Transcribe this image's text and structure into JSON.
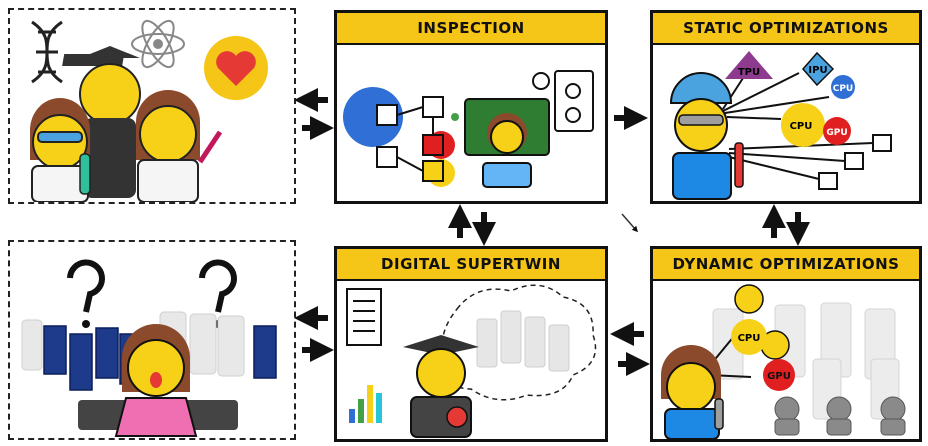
{
  "panels": {
    "inspection": {
      "title": "INSPECTION"
    },
    "static_optimizations": {
      "title": "STATIC OPTIMIZATIONS",
      "chips": [
        "TPU",
        "IPU",
        "CPU",
        "CPU",
        "GPU"
      ]
    },
    "digital_supertwin": {
      "title": "DIGITAL SUPERTWIN"
    },
    "dynamic_optimizations": {
      "title": "DYNAMIC OPTIMIZATIONS",
      "chips": [
        "CPU",
        "GPU"
      ]
    }
  },
  "colors": {
    "header": "#f5c518",
    "border": "#111111",
    "tpu": "#8e3a8e",
    "ipu": "#4aa3df",
    "cpu_blue": "#2f6fd6",
    "cpu_yellow": "#f7d117",
    "gpu": "#e02020"
  }
}
